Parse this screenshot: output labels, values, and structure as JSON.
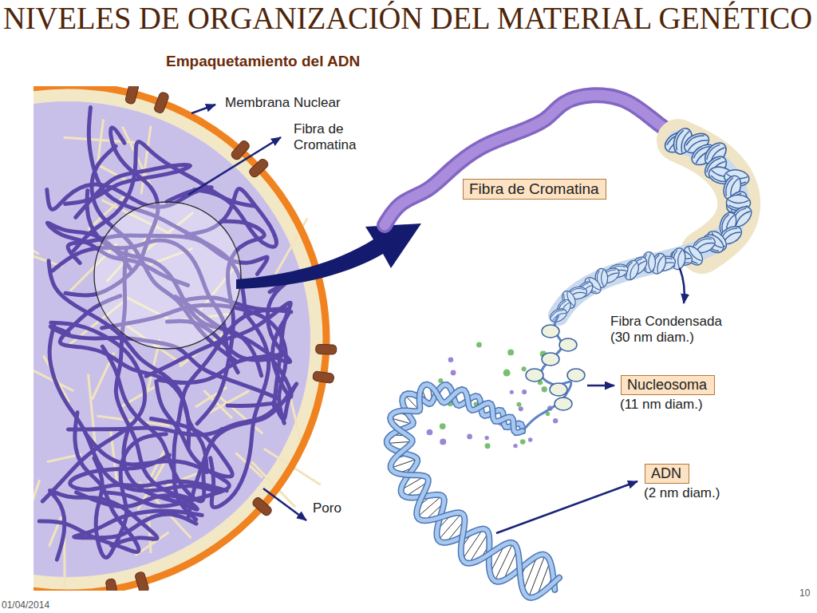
{
  "diagram": {
    "title": "NIVELES DE ORGANIZACIÓN DEL MATERIAL GENÉTICO",
    "nodes": [
      {
        "text": [
          "Fibra de Cromatina"
        ]
      },
      {
        "text": [
          "Nucleosoma",
          "(11 nm diam.)"
        ]
      },
      {
        "text": [
          "ADN",
          "(2 nm diam.)"
        ]
      }
    ],
    "labels": [
      "Empaquetamiento del ADN",
      "Membrana Nuclear",
      "Fibra de Cromatina",
      "Fibra Condensada (30 nm diam.)",
      "Poro",
      "01/04/2014",
      "10"
    ]
  }
}
